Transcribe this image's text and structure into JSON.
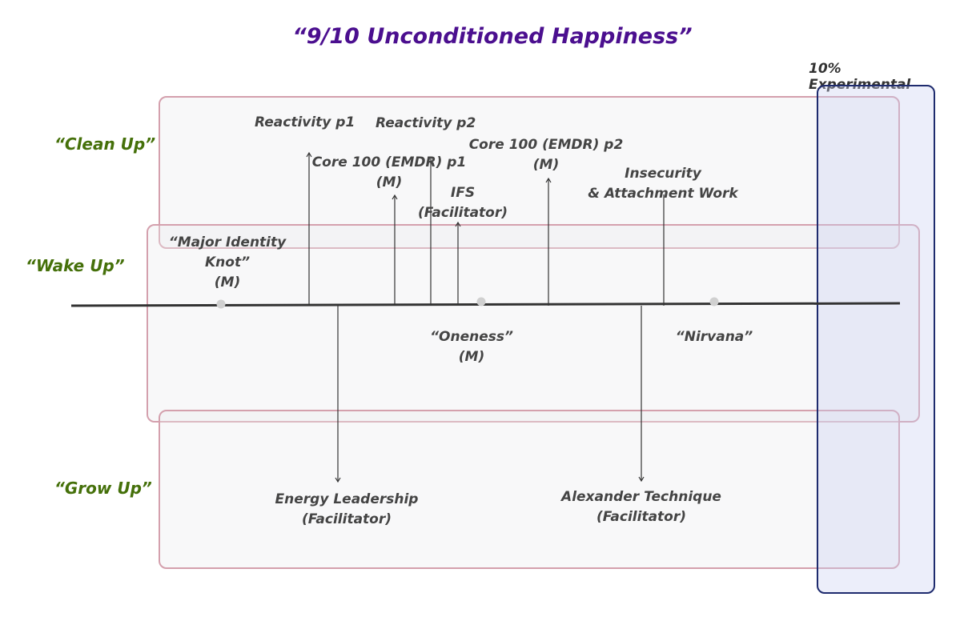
{
  "title": "“9/10 Unconditioned Happiness”",
  "experimental_label": "10% Experimental",
  "rows": {
    "clean_up": "“Clean Up”",
    "wake_up": "“Wake Up”",
    "grow_up": "“Grow Up”"
  },
  "items": {
    "reactivity_p1": "Reactivity  p1",
    "reactivity_p2": "Reactivity  p2",
    "core100_p1_line1": "Core 100 (EMDR) p1",
    "core100_p1_line2": "(M)",
    "core100_p2_line1": "Core 100 (EMDR) p2",
    "core100_p2_line2": "(M)",
    "ifs_line1": "IFS",
    "ifs_line2": "(Facilitator)",
    "insecurity_line1": "Insecurity",
    "insecurity_line2": "& Attachment Work",
    "identity_line1": "“Major Identity",
    "identity_line2": "Knot”",
    "identity_line3": "(M)",
    "oneness_line1": "“Oneness”",
    "oneness_line2": "(M)",
    "nirvana": "“Nirvana”",
    "energy_line1": "Energy Leadership",
    "energy_line2": "(Facilitator)",
    "alexander_line1": "Alexander Technique",
    "alexander_line2": "(Facilitator)"
  },
  "colors": {
    "title": "#4b0f8f",
    "row_labels": "#45700a",
    "box_border": "#d4a0ad",
    "experimental_border": "#1e2b6e"
  }
}
